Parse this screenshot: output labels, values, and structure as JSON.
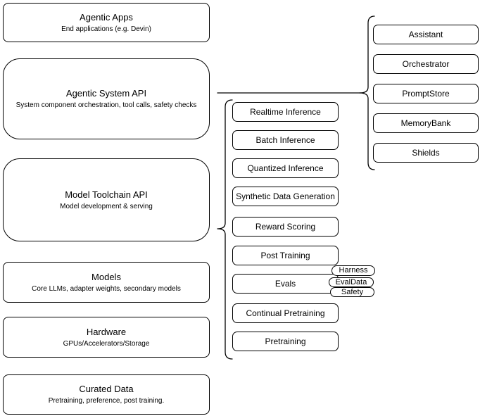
{
  "diagram": {
    "stack": [
      {
        "title": "Agentic Apps",
        "subtitle": "End applications (e.g. Devin)"
      },
      {
        "title": "Agentic System API",
        "subtitle": "System component orchestration, tool calls, safety checks"
      },
      {
        "title": "Model Toolchain API",
        "subtitle": "Model development & serving"
      },
      {
        "title": "Models",
        "subtitle": "Core LLMs, adapter weights, secondary models"
      },
      {
        "title": "Hardware",
        "subtitle": "GPUs/Accelerators/Storage"
      },
      {
        "title": "Curated Data",
        "subtitle": "Pretraining, preference, post training."
      }
    ],
    "toolchain_items": [
      {
        "label": "Realtime Inference"
      },
      {
        "label": "Batch Inference"
      },
      {
        "label": "Quantized Inference"
      },
      {
        "label": "Synthetic Data Generation"
      },
      {
        "label": "Reward Scoring"
      },
      {
        "label": "Post Training"
      },
      {
        "label": "Evals"
      },
      {
        "label": "Continual Pretraining"
      },
      {
        "label": "Pretraining"
      }
    ],
    "eval_tags": [
      {
        "label": "Harness"
      },
      {
        "label": "EvalData"
      },
      {
        "label": "Safety"
      }
    ],
    "system_components": [
      {
        "label": "Assistant"
      },
      {
        "label": "Orchestrator"
      },
      {
        "label": "PromptStore"
      },
      {
        "label": "MemoryBank"
      },
      {
        "label": "Shields"
      }
    ],
    "colors": {
      "stroke": "#000000",
      "fill": "#ffffff",
      "text": "#000000"
    }
  }
}
